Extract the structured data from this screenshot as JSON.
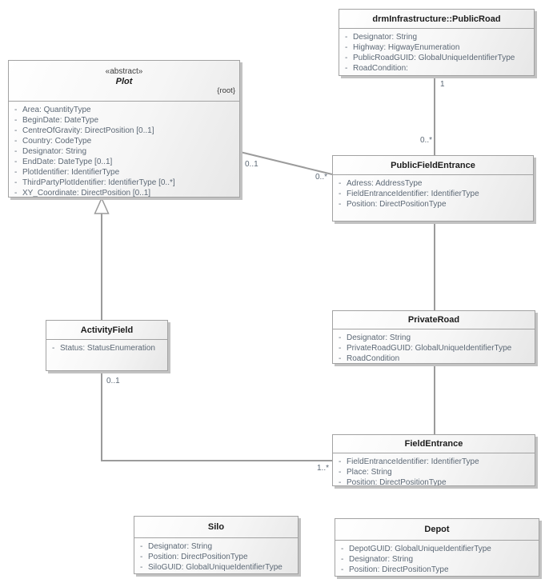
{
  "diagram": {
    "title": "UML class diagram",
    "colors": {
      "background": "#ffffff",
      "box_border": "#a2a2a2",
      "box_fill_start": "#ffffff",
      "box_fill_end": "#e7e7e7",
      "box_shadow": "#c2c2c2",
      "connector_line": "#9b9b9b",
      "title_text": "#1c1c1c",
      "attribute_text": "#5c6875"
    }
  },
  "classes": {
    "public_road": {
      "name": "drmInfrastructure::PublicRoad",
      "attributes": [
        {
          "vis": "-",
          "text": "Designator: String"
        },
        {
          "vis": "-",
          "text": "Highway: HigwayEnumeration"
        },
        {
          "vis": "-",
          "text": "PublicRoadGUID: GlobalUniqueIdentifierType"
        },
        {
          "vis": "-",
          "text": "RoadCondition:"
        }
      ]
    },
    "plot": {
      "stereotype": "«abstract»",
      "name": "Plot",
      "tag": "{root}",
      "attributes": [
        {
          "vis": "-",
          "text": "Area: QuantityType"
        },
        {
          "vis": "-",
          "text": "BeginDate: DateType"
        },
        {
          "vis": "-",
          "text": "CentreOfGravity: DirectPosition [0..1]"
        },
        {
          "vis": "-",
          "text": "Country: CodeType"
        },
        {
          "vis": "-",
          "text": "Designator: String"
        },
        {
          "vis": "-",
          "text": "EndDate: DateType [0..1]"
        },
        {
          "vis": "-",
          "text": "PlotIdentifier: IdentifierType"
        },
        {
          "vis": "-",
          "text": "ThirdPartyPlotIdentifier: IdentifierType [0..*]"
        },
        {
          "vis": "-",
          "text": "XY_Coordinate: DirectPosition [0..1]"
        }
      ]
    },
    "public_field_entrance": {
      "name": "PublicFieldEntrance",
      "attributes": [
        {
          "vis": "-",
          "text": "Adress: AddressType"
        },
        {
          "vis": "-",
          "text": "FieldEntranceIdentifier: IdentifierType"
        },
        {
          "vis": "-",
          "text": "Position: DirectPositionType"
        }
      ]
    },
    "activity_field": {
      "name": "ActivityField",
      "attributes": [
        {
          "vis": "-",
          "text": "Status: StatusEnumeration"
        }
      ]
    },
    "private_road": {
      "name": "PrivateRoad",
      "attributes": [
        {
          "vis": "-",
          "text": "Designator: String"
        },
        {
          "vis": "-",
          "text": "PrivateRoadGUID: GlobalUniqueIdentifierType"
        },
        {
          "vis": "-",
          "text": "RoadCondition"
        }
      ]
    },
    "field_entrance": {
      "name": "FieldEntrance",
      "attributes": [
        {
          "vis": "-",
          "text": "FieldEntranceIdentifier: IdentifierType"
        },
        {
          "vis": "-",
          "text": "Place: String"
        },
        {
          "vis": "-",
          "text": "Position: DirectPositionType"
        }
      ]
    },
    "silo": {
      "name": "Silo",
      "attributes": [
        {
          "vis": "-",
          "text": "Designator: String"
        },
        {
          "vis": "-",
          "text": "Position: DirectPositionType"
        },
        {
          "vis": "-",
          "text": "SiloGUID: GlobalUniqueIdentifierType"
        }
      ]
    },
    "depot": {
      "name": "Depot",
      "attributes": [
        {
          "vis": "-",
          "text": "DepotGUID: GlobalUniqueIdentifierType"
        },
        {
          "vis": "-",
          "text": "Designator: String"
        },
        {
          "vis": "-",
          "text": "Position: DirectPositionType"
        }
      ]
    }
  },
  "relationships": {
    "publicroad_publicfieldentrance": {
      "type": "association",
      "source_label": "1",
      "target_label": "0..*"
    },
    "plot_publicfieldentrance": {
      "type": "association",
      "source_label": "0..1",
      "target_label": "0..*"
    },
    "activityfield_plot": {
      "type": "generalization"
    },
    "activityfield_fieldentrance": {
      "type": "association",
      "source_label": "0..1",
      "target_label": "1..*"
    },
    "publicfieldentrance_privateroad": {
      "type": "association"
    },
    "privateroad_fieldentrance": {
      "type": "association"
    }
  }
}
